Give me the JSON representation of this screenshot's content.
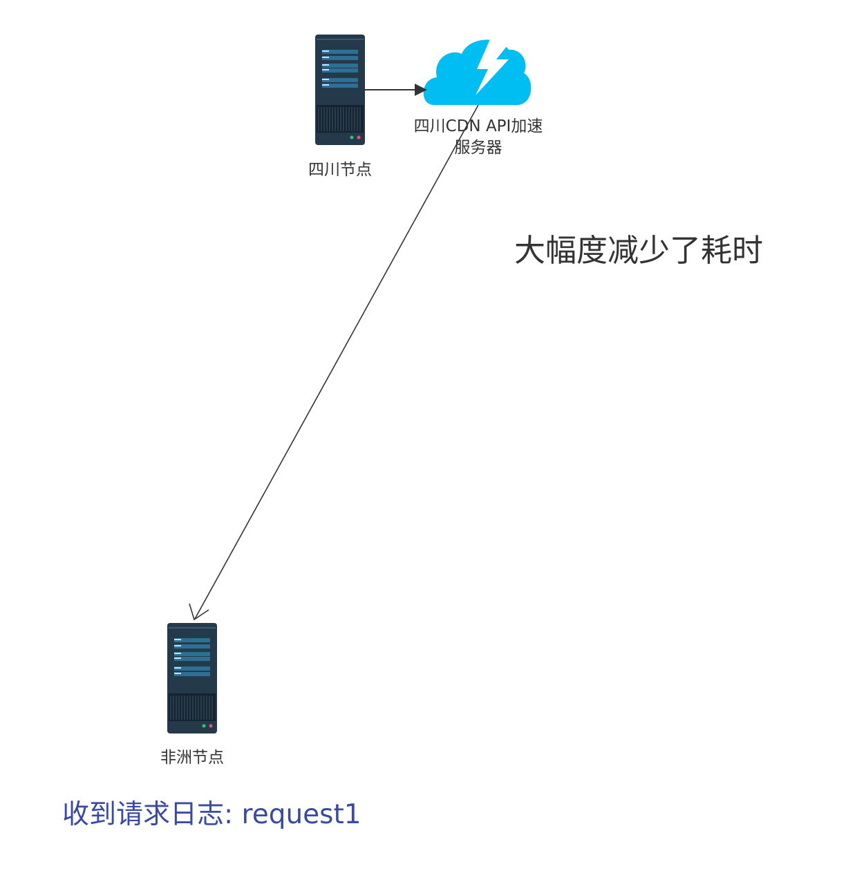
{
  "nodes": {
    "sichuan": {
      "label": "四川节点",
      "icon": "server-tower-icon"
    },
    "cdn": {
      "label_line1": "四川CDN API加速",
      "label_line2": "服务器",
      "icon": "cloud-lightning-icon"
    },
    "africa": {
      "label": "非洲节点",
      "icon": "server-tower-icon"
    }
  },
  "callout": "大幅度减少了耗时",
  "log_text": "收到请求日志: request1",
  "colors": {
    "server_body": "#243a4b",
    "server_panel": "#2e6f96",
    "cloud": "#00bef2",
    "arrow": "#333333",
    "log_text": "#3a4aa3"
  }
}
